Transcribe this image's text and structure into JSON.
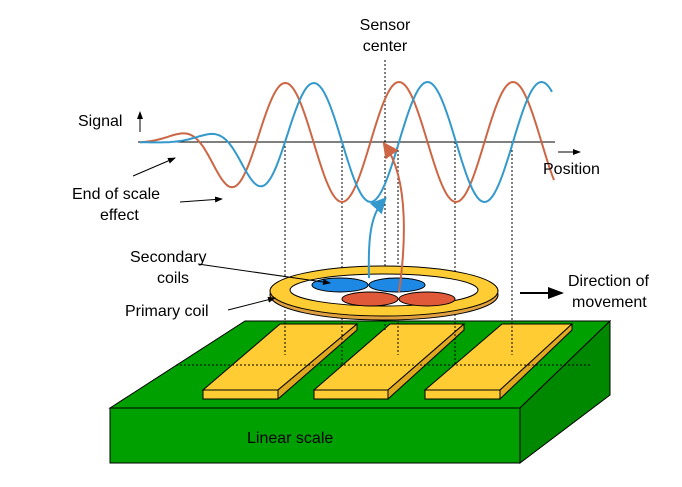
{
  "title": "Inductive linear position sensor principle",
  "labels": {
    "sensor_center": [
      "Sensor",
      "center"
    ],
    "signal": "Signal",
    "position": "Position",
    "end_of_scale": [
      "End of scale",
      "effect"
    ],
    "secondary_coils": [
      "Secondary",
      "coils"
    ],
    "primary_coil": "Primary coil",
    "direction": [
      "Direction of",
      "movement"
    ],
    "linear_scale": "Linear scale"
  },
  "colors": {
    "sine_signal": "#3399cc",
    "cosine_signal": "#cc6644",
    "scale_green": "#00a000",
    "strip_gold": "#ffcc33",
    "coil_gold": "#ffcc33",
    "secondary_blue": "#1e88e5",
    "secondary_red": "#e05a3a"
  },
  "signals": [
    {
      "name": "blue-signal",
      "phase_deg": 90
    },
    {
      "name": "orange-signal",
      "phase_deg": 0
    }
  ]
}
